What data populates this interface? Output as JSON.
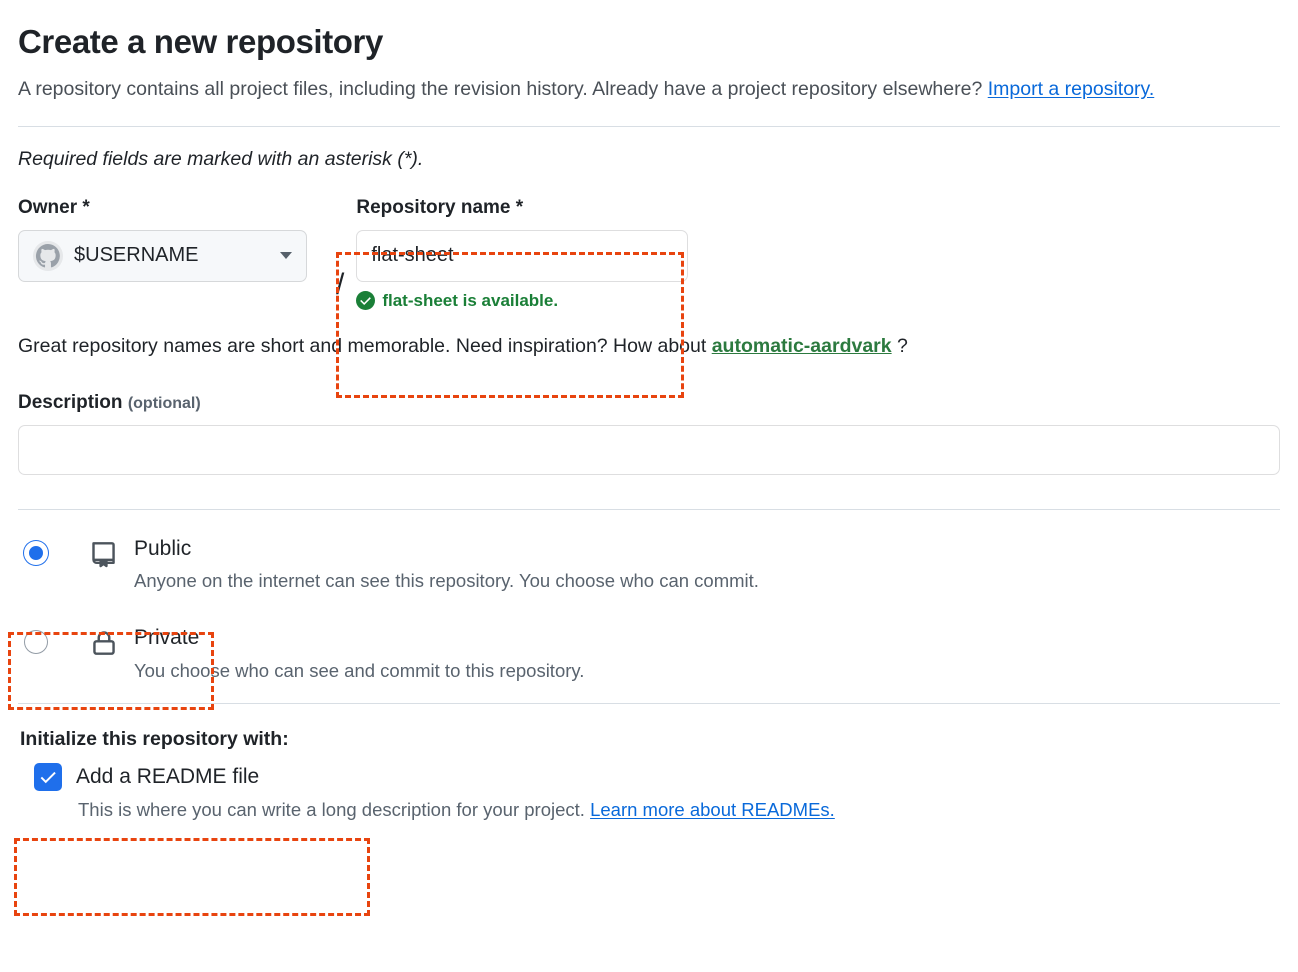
{
  "page": {
    "title": "Create a new repository",
    "subtitle_before_link": "A repository contains all project files, including the revision history. Already have a project repository elsewhere? ",
    "import_link": "Import a repository.",
    "required_note": "Required fields are marked with an asterisk (*)."
  },
  "owner": {
    "label": "Owner *",
    "avatar_icon": "github-octocat-avatar-icon",
    "value": "$USERNAME",
    "caret_icon": "chevron-down-icon",
    "separator": "/"
  },
  "repository_name": {
    "label": "Repository name *",
    "value": "flat-sheet",
    "placeholder": "",
    "availability_icon": "check-circle-fill-icon",
    "availability_text": "flat-sheet is available.",
    "availability_color": "#1a7f37"
  },
  "suggestion": {
    "text_before": "Great repository names are short and memorable. Need inspiration? How about ",
    "name": "automatic-aardvark",
    "text_after": " ?",
    "name_color": "#2c7a3f"
  },
  "description": {
    "label": "Description",
    "optional_tag": "(optional)",
    "value": "",
    "placeholder": ""
  },
  "visibility": {
    "options": [
      {
        "id": "public",
        "icon": "repo-book-icon",
        "name": "Public",
        "description": "Anyone on the internet can see this repository. You choose who can commit.",
        "selected": true
      },
      {
        "id": "private",
        "icon": "lock-icon",
        "name": "Private",
        "description": "You choose who can see and commit to this repository.",
        "selected": false
      }
    ]
  },
  "initialize": {
    "heading": "Initialize this repository with:",
    "readme_label": "Add a README file",
    "readme_checked": true,
    "checkbox_icon": "checkmark-icon",
    "help_before_link": "This is where you can write a long description for your project. ",
    "help_link": "Learn more about READMEs."
  },
  "annotations": {
    "accent_color": "#e8440f",
    "boxes": [
      "repository-name-field",
      "public-visibility-option",
      "initialize-readme-option"
    ]
  },
  "colors": {
    "link_blue": "#0969da",
    "control_blue": "#1f6feb",
    "success_green": "#1a7f37",
    "text_primary": "#1f2328",
    "text_muted": "#59636e",
    "border": "#d8dee4"
  }
}
